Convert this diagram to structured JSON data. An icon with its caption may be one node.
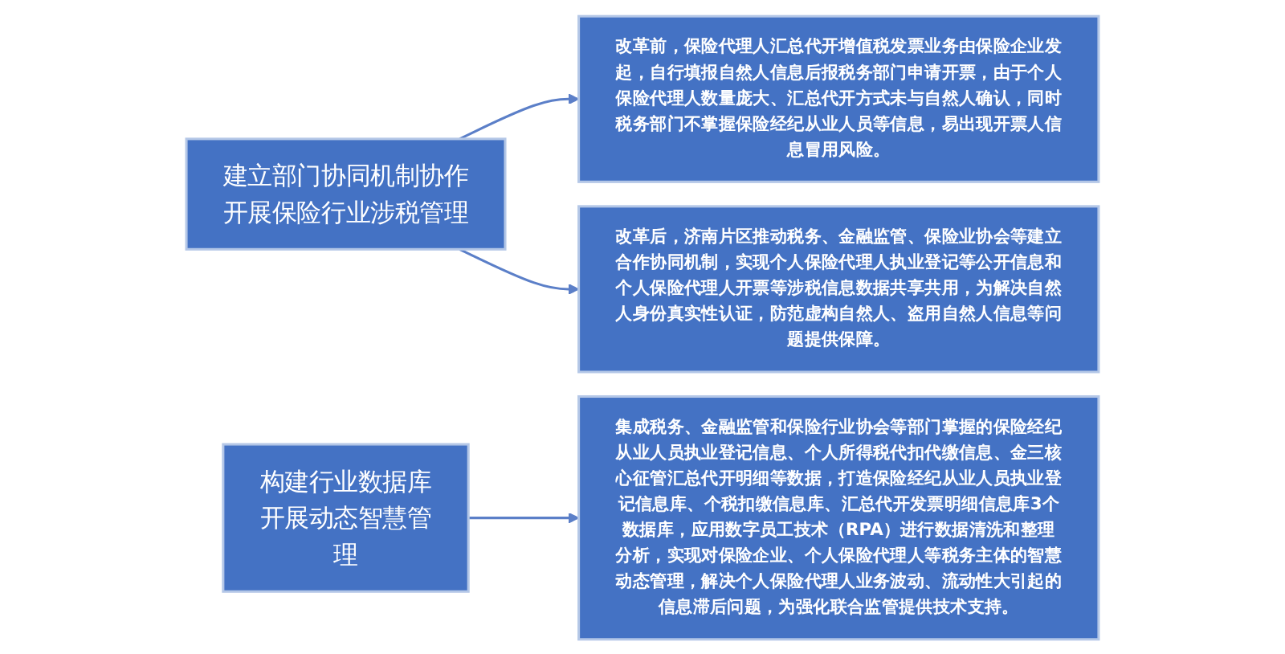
{
  "diagram": {
    "nodes": [
      {
        "text": [
          "建立部门协同机制协作开展保险行业涉税管理"
        ]
      },
      {
        "text": [
          "改革前，保险代理人汇总代开增值税发票业务由保险企业发起，自行填报自然人信息后报税务部门申请开票，由于个人保险代理人数量庞大、汇总代开方式未与自然人确认，同时税务部门不掌握保险经纪从业人员等信息，易出现开票人信息冒用风险。"
        ]
      },
      {
        "text": [
          "改革后，济南片区推动税务、金融监管、保险业协会等建立合作协同机制，实现个人保险代理人执业登记等公开信息和个人保险代理人开票等涉税信息数据共享共用，为解决自然人身份真实性认证，防范虚构自然人、盗用自然人信息等问题提供保障。"
        ]
      },
      {
        "text": [
          "构建行业数据库开展动态智慧管理"
        ]
      },
      {
        "text": [
          "集成税务、金融监管和保险行业协会等部门掌握的保险经纪从业人员执业登记信息、个人所得税代扣代缴信息、金三核心征管汇总代开明细等数据，打造保险经纪从业人员执业登记信息库、个税扣缴信息库、汇总代开发票明细信息库3个数据库，应用数字员工技术（RPA）进行数据清洗和整理分析，实现对保险企业、个人保险代理人等税务主体的智慧动态管理，解决个人保险代理人业务波动、流动性大引起的信息滞后问题，为强化联合监管提供技术支持。"
        ]
      }
    ],
    "edges": [
      {
        "from": 0,
        "to": 1,
        "arrow": "to"
      },
      {
        "from": 0,
        "to": 2,
        "arrow": "to"
      },
      {
        "from": 3,
        "to": 4,
        "arrow": "to"
      }
    ]
  }
}
